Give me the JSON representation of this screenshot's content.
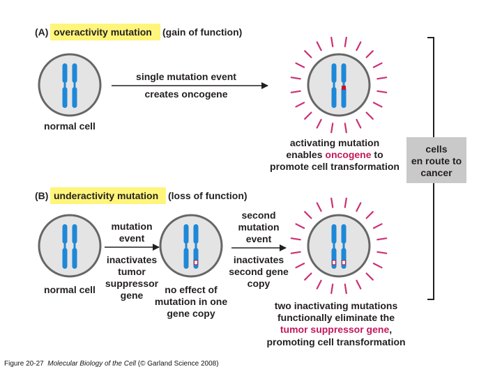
{
  "panel_a": {
    "label": "(A)",
    "highlight": "overactivity mutation",
    "suffix": "(gain of function)",
    "arrow_line1": "single mutation event",
    "arrow_line2": "creates oncogene",
    "normal_cell": "normal cell",
    "result_line1": "activating mutation",
    "result_line2_pre": "enables ",
    "result_line2_hl": "oncogene",
    "result_line2_post": " to",
    "result_line3": "promote cell transformation"
  },
  "cancer_box": {
    "line1": "cells",
    "line2": "en route to",
    "line3": "cancer"
  },
  "panel_b": {
    "label": "(B)",
    "highlight": "underactivity mutation",
    "suffix": "(loss of function)",
    "arrow1_line1": "mutation",
    "arrow1_line2": "event",
    "under1_line1": "inactivates",
    "under1_line2": "tumor",
    "under1_line3": "suppressor",
    "under1_line4": "gene",
    "arrow2_line1": "second",
    "arrow2_line2": "mutation",
    "arrow2_line3": "event",
    "under2_line1": "inactivates",
    "under2_line2": "second gene",
    "under2_line3": "copy",
    "normal_cell": "normal cell",
    "no_effect_line1": "no effect of",
    "no_effect_line2": "mutation in one",
    "no_effect_line3": "gene copy",
    "result_line1": "two inactivating mutations",
    "result_line2": "functionally eliminate the",
    "result_line3_hl": "tumor suppressor gene",
    "result_line3_post": ",",
    "result_line4": "promoting cell transformation"
  },
  "caption": {
    "prefix": "Figure 20-27",
    "title": "Molecular Biology of the Cell",
    "suffix": "(© Garland Science 2008)"
  },
  "colors": {
    "highlight_yellow": "#fff57a",
    "chromosome_blue": "#1e88d8",
    "cell_gray": "#e4e4e4",
    "cell_border": "#666666",
    "ray_pink": "#cc2f73",
    "mutation_red": "#c8102e",
    "cancer_box_gray": "#c9c9c9"
  }
}
